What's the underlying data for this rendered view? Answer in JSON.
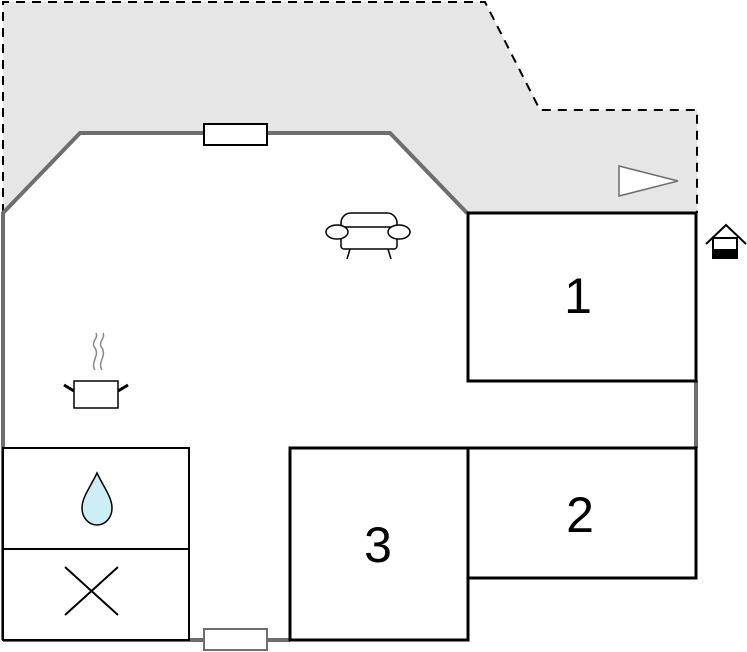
{
  "colors": {
    "background": "#ffffff",
    "terrace_fill": "#e6e6e6",
    "outer_wall": "#6e6e6e",
    "room_wall": "#000000",
    "window_outline": "#000000",
    "water_fill": "#cdeef4"
  },
  "rooms": [
    {
      "id": "1",
      "label": "1"
    },
    {
      "id": "2",
      "label": "2"
    },
    {
      "id": "3",
      "label": "3"
    }
  ],
  "icons": [
    "sofa-icon",
    "cooking-pot-icon",
    "water-drop-icon",
    "cross-icon",
    "entrance-icon",
    "direction-arrow-icon"
  ]
}
